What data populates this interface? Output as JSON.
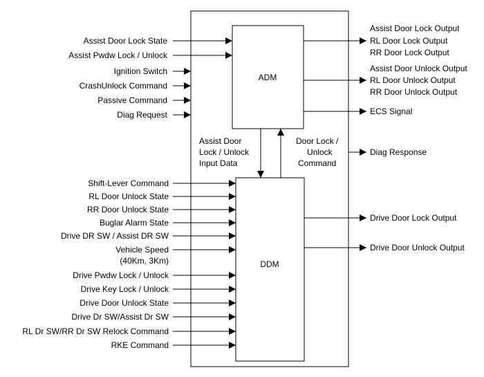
{
  "blocks": {
    "adm": "ADM",
    "ddm": "DDM"
  },
  "adm_inputs": [
    "Assist Door Lock State",
    "Assist Pwdw Lock / Unlock"
  ],
  "outer_inputs": [
    "Ignition Switch",
    "CrashUnlock Command",
    "Passive Command",
    "Diag Request"
  ],
  "adm_outputs": {
    "lock_group": [
      "Assist Door Lock Output",
      "RL Door Lock Output",
      "RR Door Lock Output"
    ],
    "unlock_group": [
      "Assist Door Unlock Output",
      "RL Door Unlock Output",
      "RR Door Unlock Output"
    ],
    "ecs": "ECS Signal"
  },
  "diag_response": "Diag Response",
  "link_down_label": [
    "Assist Door",
    "Lock / Unlock",
    "Input Data"
  ],
  "link_up_label": [
    "Door Lock /",
    "Unlock",
    "Command"
  ],
  "ddm_inputs": [
    "Shift-Lever Command",
    "RL Door Unlock State",
    "RR Door Unlock State",
    "Buglar Alarm State",
    "Drive DR SW / Assist DR SW",
    "Vehicle Speed",
    "Drive Pwdw Lock / Unlock",
    "Drive Key Lock / Unlock",
    "Drive Door Unlock State",
    "Drive Dr SW/Assist Dr SW",
    "RL Dr SW/RR Dr SW Relock Command",
    "RKE Command"
  ],
  "vehicle_speed_sub": "(40Km, 3Km)",
  "ddm_outputs": [
    "Drive Door Lock Output",
    "Drive Door Unlock Output"
  ]
}
